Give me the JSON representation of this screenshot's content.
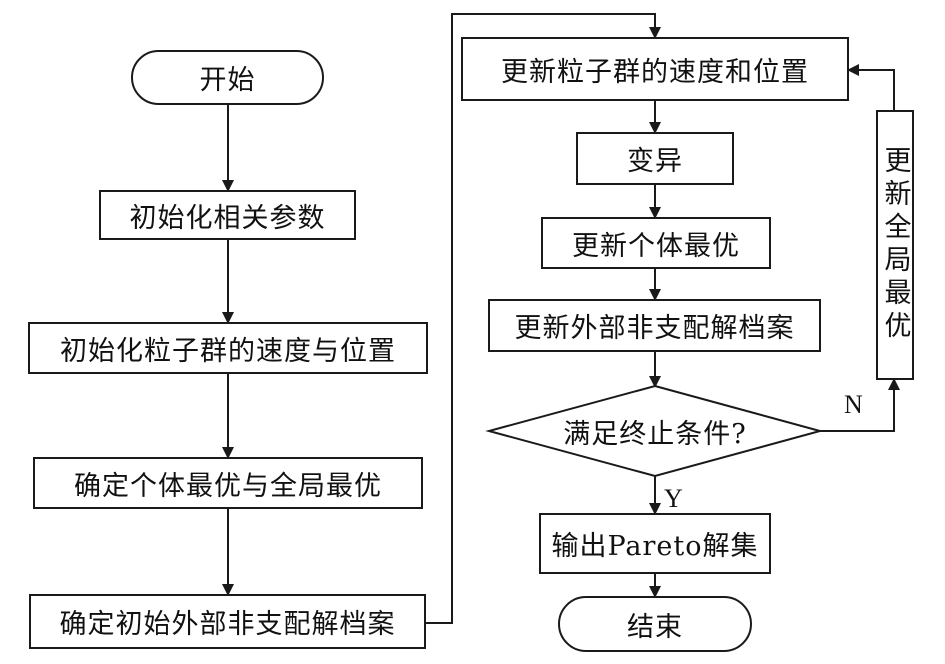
{
  "flowchart": {
    "start": "开始",
    "init_params": "初始化相关参数",
    "init_swarm": "初始化粒子群的速度与位置",
    "determine_best": "确定个体最优与全局最优",
    "init_archive": "确定初始外部非支配解档案",
    "update_swarm": "更新粒子群的速度和位置",
    "mutation": "变异",
    "update_personal": "更新个体最优",
    "update_archive": "更新外部非支配解档案",
    "condition": "满足终止条件?",
    "output": "输出Pareto解集",
    "end": "结束",
    "update_global": "更新全局最优"
  },
  "edges": {
    "yes_label": "Y",
    "no_label": "N"
  },
  "colors": {
    "stroke": "#1a1a1a",
    "background": "#ffffff"
  }
}
